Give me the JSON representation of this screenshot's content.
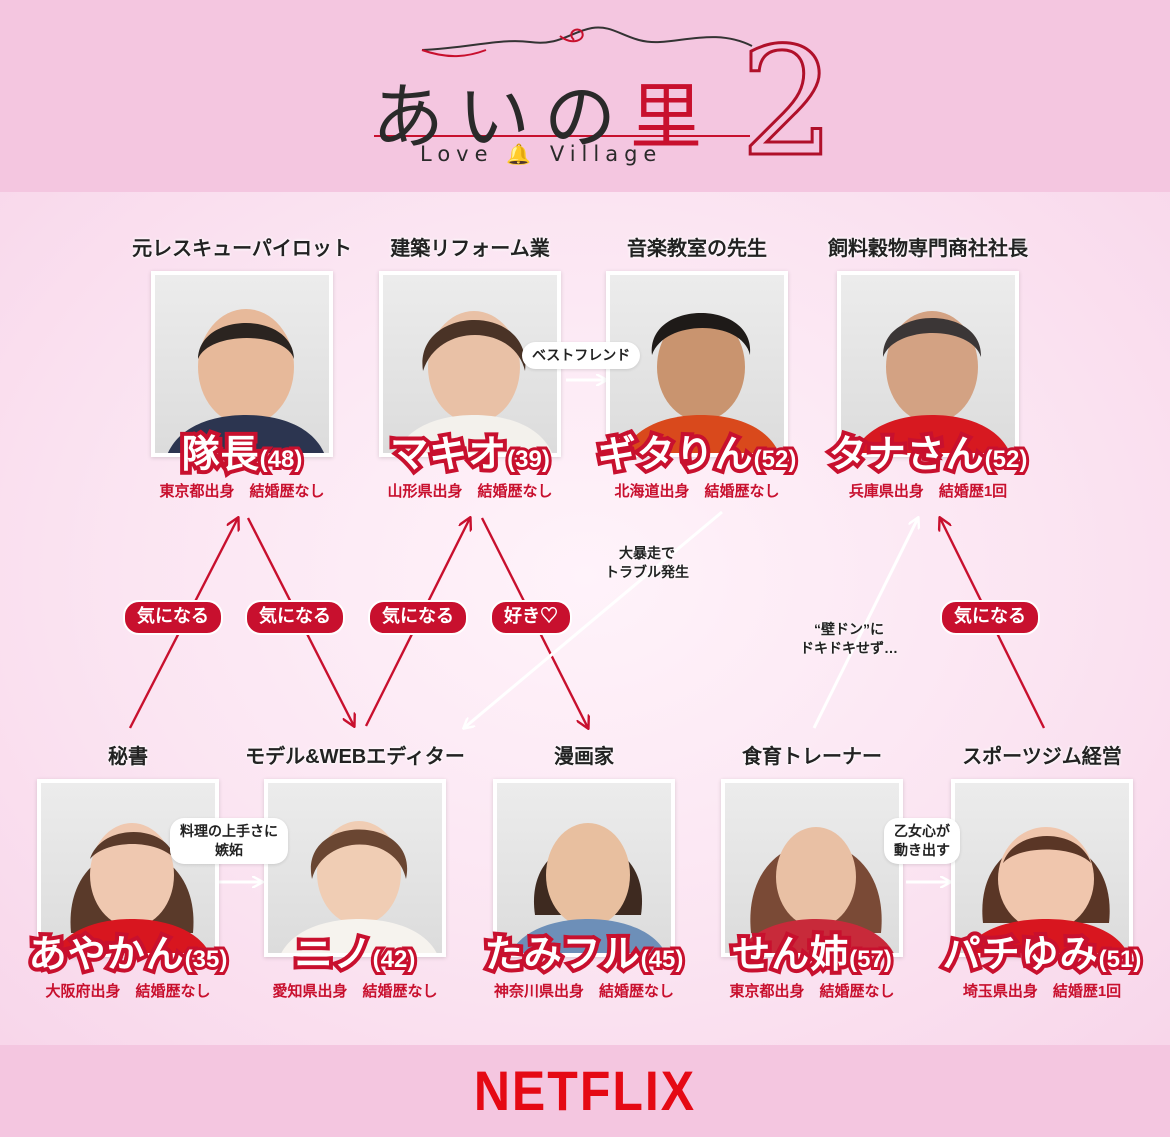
{
  "logo": {
    "title_a": "あいの",
    "title_b": "里",
    "subtitle_a": "Love",
    "subtitle_b": "Village",
    "number": "2"
  },
  "people_top": [
    {
      "role": "元レスキューパイロット",
      "name": "隊長",
      "age": "(48)",
      "info": "東京都出身　結婚歴なし"
    },
    {
      "role": "建築リフォーム業",
      "name": "マキオ",
      "age": "(39)",
      "info": "山形県出身　結婚歴なし"
    },
    {
      "role": "音楽教室の先生",
      "name": "ギタりん",
      "age": "(52)",
      "info": "北海道出身　結婚歴なし"
    },
    {
      "role": "飼料穀物専門商社社長",
      "name": "タナさん",
      "age": "(52)",
      "info": "兵庫県出身　結婚歴1回"
    }
  ],
  "people_bottom": [
    {
      "role": "秘書",
      "name": "あやかん",
      "age": "(35)",
      "info": "大阪府出身　結婚歴なし"
    },
    {
      "role": "モデル&WEBエディター",
      "name": "ニノ",
      "age": "(42)",
      "info": "愛知県出身　結婚歴なし"
    },
    {
      "role": "漫画家",
      "name": "たみフル",
      "age": "(45)",
      "info": "神奈川県出身　結婚歴なし"
    },
    {
      "role": "食育トレーナー",
      "name": "せん姉",
      "age": "(57)",
      "info": "東京都出身　結婚歴なし"
    },
    {
      "role": "スポーツジム経営",
      "name": "パチゆみ",
      "age": "(51)",
      "info": "埼玉県出身　結婚歴1回"
    }
  ],
  "relations": {
    "p1": "気になる",
    "p2": "気になる",
    "p3": "気になる",
    "p4": "好き♡",
    "p5": "気になる",
    "best_friend": "ベストフレンド",
    "trouble": "大暴走で\nトラブル発生",
    "kabedon": "“壁ドン”に\nドキドキせず…",
    "jealous": "料理の上手さに\n嫉妬",
    "otome": "乙女心が\n動き出す"
  },
  "footer": {
    "brand": "NETFLIX"
  },
  "colors": {
    "accent": "#c8102e",
    "pink_bg": "#f4c6e0",
    "netflix": "#e50914"
  }
}
